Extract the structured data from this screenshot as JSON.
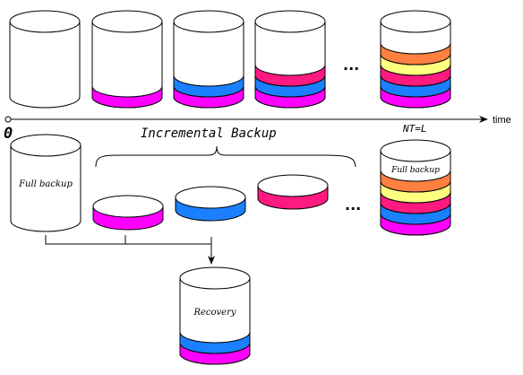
{
  "colors": {
    "stroke": "#000000",
    "magenta": "#ff00ff",
    "blue": "#1a80ff",
    "crimson": "#ff1a80",
    "yellow": "#ffff80",
    "orange": "#ff8040",
    "background": "#ffffff"
  },
  "timeline": {
    "origin_label": "0",
    "axis_label": "time",
    "end_marker_label": "NT=L"
  },
  "top_row": {
    "ellipsis": "...",
    "cylinders": [
      {
        "label": "",
        "bands": []
      },
      {
        "label": "",
        "bands": [
          "magenta"
        ]
      },
      {
        "label": "",
        "bands": [
          "magenta",
          "blue"
        ]
      },
      {
        "label": "",
        "bands": [
          "magenta",
          "blue",
          "crimson"
        ]
      },
      {
        "label": "",
        "bands": [
          "magenta",
          "blue",
          "crimson",
          "yellow",
          "orange"
        ]
      }
    ]
  },
  "backup_row": {
    "full_backup_label": "Full backup",
    "incremental_label": "Incremental Backup",
    "ellipsis": "...",
    "incremental_discs": [
      "magenta",
      "blue",
      "crimson"
    ],
    "final_full_backup_label": "Full backup",
    "final_full_backup_bands": [
      "magenta",
      "blue",
      "crimson",
      "yellow",
      "orange"
    ]
  },
  "recovery": {
    "label": "Recovery",
    "bands": [
      "magenta",
      "blue"
    ]
  }
}
